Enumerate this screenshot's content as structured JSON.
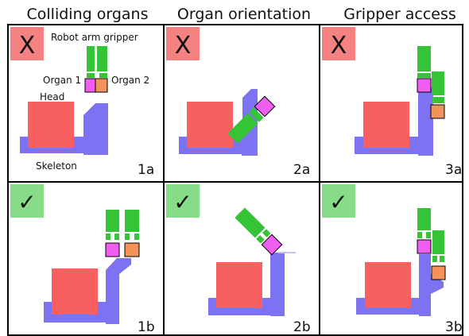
{
  "columns": [
    {
      "title": "Colliding organs"
    },
    {
      "title": "Organ orientation"
    },
    {
      "title": "Gripper access"
    }
  ],
  "labels": {
    "gripper": "Robot arm gripper",
    "organ1": "Organ 1",
    "organ2": "Organ 2",
    "head": "Head",
    "skeleton": "Skeleton"
  },
  "panels": [
    {
      "id": "1a",
      "mark": "X"
    },
    {
      "id": "2a",
      "mark": "X"
    },
    {
      "id": "3a",
      "mark": "X"
    },
    {
      "id": "1b",
      "mark": "✓"
    },
    {
      "id": "2b",
      "mark": "✓"
    },
    {
      "id": "3b",
      "mark": "✓"
    }
  ],
  "colors": {
    "fail": "#f68181",
    "success": "#87dd87",
    "head": "#f75f61",
    "skeleton": "#7c72f2",
    "gripper": "#36c436",
    "organ1": "#ef5ef0",
    "organ2": "#f4925a",
    "border": "#000000"
  }
}
